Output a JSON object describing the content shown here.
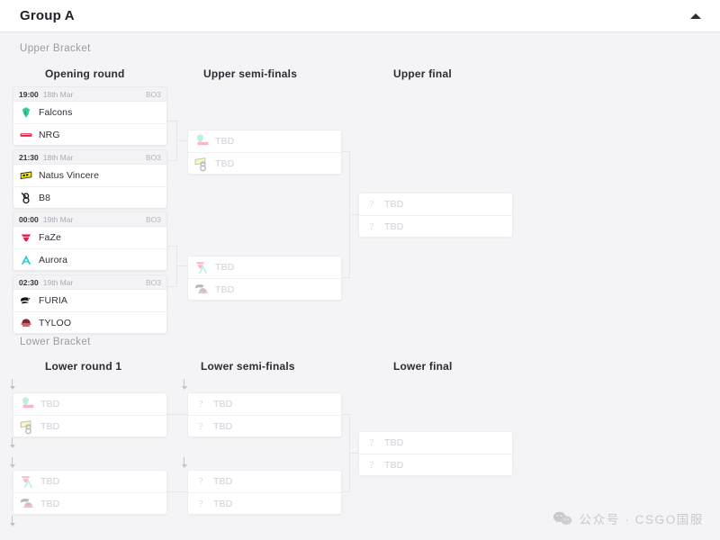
{
  "header": {
    "title": "Group A",
    "collapse_icon": "chevron-up-icon"
  },
  "brackets": [
    {
      "id": "upper",
      "label": "Upper Bracket",
      "rounds": [
        {
          "id": "opening-round",
          "title": "Opening round"
        },
        {
          "id": "upper-semi-finals",
          "title": "Upper semi-finals"
        },
        {
          "id": "upper-final",
          "title": "Upper final"
        }
      ]
    },
    {
      "id": "lower",
      "label": "Lower Bracket",
      "rounds": [
        {
          "id": "lower-round-1",
          "title": "Lower round 1"
        },
        {
          "id": "lower-semi-finals",
          "title": "Lower semi-finals"
        },
        {
          "id": "lower-final",
          "title": "Lower final"
        }
      ]
    }
  ],
  "matches": {
    "ur1m1": {
      "time": "19:00",
      "date": "18th Mar",
      "format": "BO3",
      "teams": [
        {
          "name": "Falcons",
          "logo": "falcons-logo"
        },
        {
          "name": "NRG",
          "logo": "nrg-logo"
        }
      ]
    },
    "ur1m2": {
      "time": "21:30",
      "date": "18th Mar",
      "format": "BO3",
      "teams": [
        {
          "name": "Natus Vincere",
          "logo": "navi-logo"
        },
        {
          "name": "B8",
          "logo": "b8-logo"
        }
      ]
    },
    "ur1m3": {
      "time": "00:00",
      "date": "19th Mar",
      "format": "BO3",
      "teams": [
        {
          "name": "FaZe",
          "logo": "faze-logo"
        },
        {
          "name": "Aurora",
          "logo": "aurora-logo"
        }
      ]
    },
    "ur1m4": {
      "time": "02:30",
      "date": "19th Mar",
      "format": "BO3",
      "teams": [
        {
          "name": "FURIA",
          "logo": "furia-logo"
        },
        {
          "name": "TYLOO",
          "logo": "tyloo-logo"
        }
      ]
    },
    "usf1": {
      "teams": [
        {
          "name": "TBD",
          "logos": [
            "falcons-logo",
            "nrg-logo"
          ]
        },
        {
          "name": "TBD",
          "logos": [
            "navi-logo",
            "b8-logo"
          ]
        }
      ]
    },
    "usf2": {
      "teams": [
        {
          "name": "TBD",
          "logos": [
            "faze-logo",
            "aurora-logo"
          ]
        },
        {
          "name": "TBD",
          "logos": [
            "furia-logo",
            "tyloo-logo"
          ]
        }
      ]
    },
    "ufinal": {
      "teams": [
        {
          "name": "TBD",
          "logo": "question-icon"
        },
        {
          "name": "TBD",
          "logo": "question-icon"
        }
      ]
    },
    "lr1m1": {
      "teams": [
        {
          "name": "TBD",
          "logos": [
            "falcons-logo",
            "nrg-logo"
          ]
        },
        {
          "name": "TBD",
          "logos": [
            "navi-logo",
            "b8-logo"
          ]
        }
      ]
    },
    "lr1m2": {
      "teams": [
        {
          "name": "TBD",
          "logos": [
            "faze-logo",
            "aurora-logo"
          ]
        },
        {
          "name": "TBD",
          "logos": [
            "furia-logo",
            "tyloo-logo"
          ]
        }
      ]
    },
    "lsf1": {
      "teams": [
        {
          "name": "TBD",
          "logo": "question-icon"
        },
        {
          "name": "TBD",
          "logo": "question-icon"
        }
      ]
    },
    "lsf2": {
      "teams": [
        {
          "name": "TBD",
          "logo": "question-icon"
        },
        {
          "name": "TBD",
          "logo": "question-icon"
        }
      ]
    },
    "lfinal": {
      "teams": [
        {
          "name": "TBD",
          "logo": "question-icon"
        },
        {
          "name": "TBD",
          "logo": "question-icon"
        }
      ]
    }
  },
  "watermark": {
    "icon": "wechat-icon",
    "text": "公众号 · CSGO国服"
  },
  "colors": {
    "background": "#f4f4f6",
    "card": "#ffffff",
    "border": "#eaeaee",
    "connector": "#e6e6ea",
    "text": "#2e2e37",
    "muted": "#a9a9b3",
    "tbd": "#cfcfd6"
  }
}
